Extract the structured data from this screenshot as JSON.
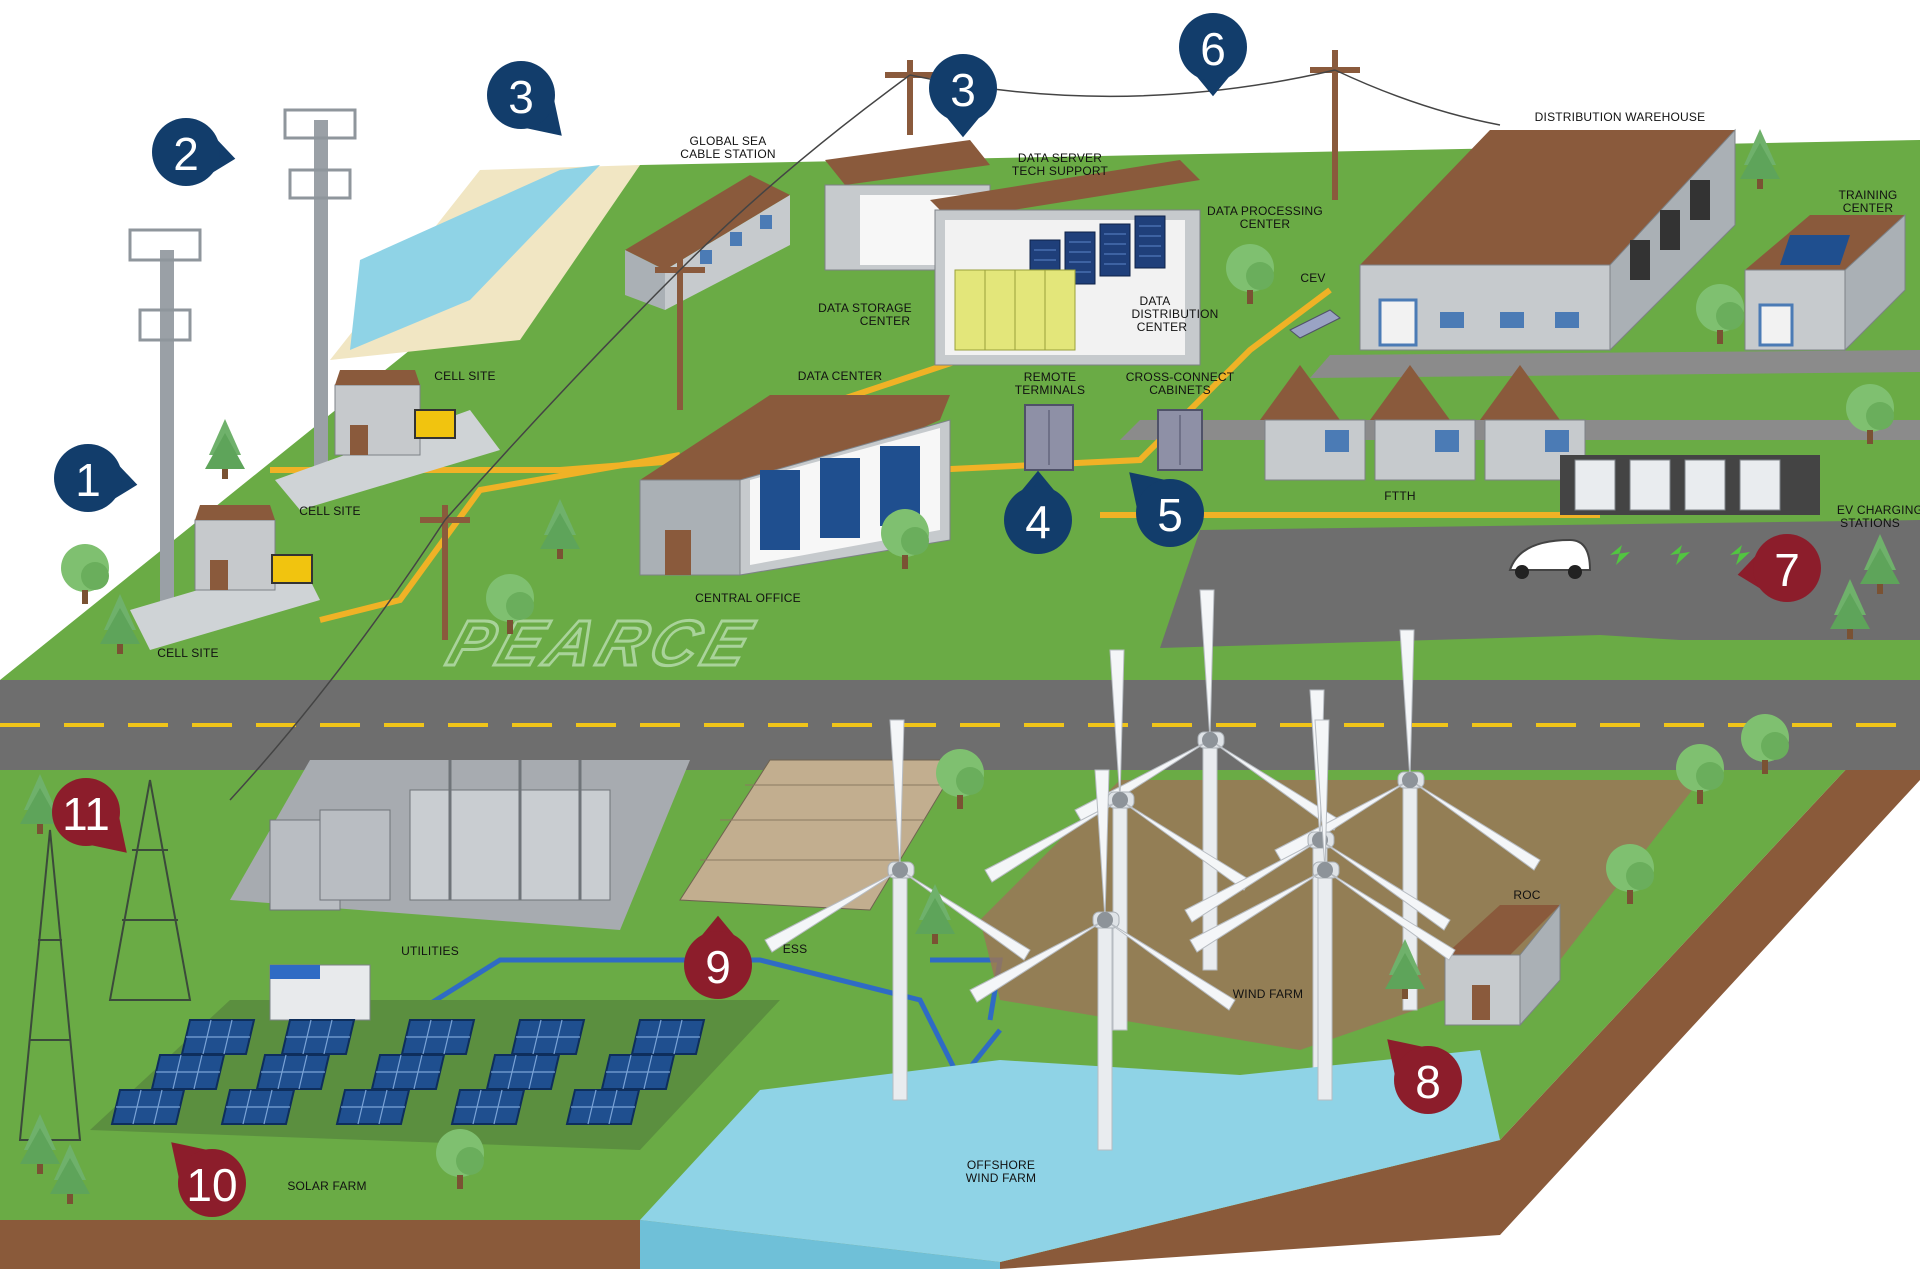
{
  "colors": {
    "blue_marker": "#123d6b",
    "red_marker": "#8c1d2b",
    "grass": "#6aab45",
    "road": "#6e6e6e",
    "water": "#8fd3e6",
    "roof": "#8a5a3c",
    "panel_blue": "#1f4f8f"
  },
  "labels": {
    "cell_site_1": "CELL SITE",
    "cell_site_2": "CELL SITE",
    "cell_site_3": "CELL SITE",
    "global_sea_1": "GLOBAL SEA",
    "global_sea_2": "CABLE STATION",
    "data_server_1": "DATA SERVER",
    "data_server_2": "TECH SUPPORT",
    "data_processing_1": "DATA PROCESSING",
    "data_processing_2": "CENTER",
    "data_storage_1": "DATA STORAGE",
    "data_storage_2": "CENTER",
    "data_distribution_1": "DATA",
    "data_distribution_2": "DISTRIBUTION",
    "data_distribution_3": "CENTER",
    "data_center": "DATA CENTER",
    "remote_terminals_1": "REMOTE",
    "remote_terminals_2": "TERMINALS",
    "cross_connect_1": "CROSS-CONNECT",
    "cross_connect_2": "CABINETS",
    "cev": "CEV",
    "distribution_warehouse": "DISTRIBUTION WAREHOUSE",
    "training_center_1": "TRAINING",
    "training_center_2": "CENTER",
    "ftth": "FTTH",
    "ev_charging_1": "EV CHARGING",
    "ev_charging_2": "STATIONS",
    "central_office": "CENTRAL OFFICE",
    "pearce": "PEARCE",
    "utilities": "UTILITIES",
    "ess": "ESS",
    "wind_farm": "WIND FARM",
    "roc": "ROC",
    "offshore_1": "OFFSHORE",
    "offshore_2": "WIND FARM",
    "solar_farm": "SOLAR FARM"
  },
  "markers": [
    {
      "number": "1",
      "color": "blue"
    },
    {
      "number": "2",
      "color": "blue"
    },
    {
      "number": "3",
      "color": "blue"
    },
    {
      "number": "3",
      "color": "blue"
    },
    {
      "number": "4",
      "color": "blue"
    },
    {
      "number": "5",
      "color": "blue"
    },
    {
      "number": "6",
      "color": "blue"
    },
    {
      "number": "7",
      "color": "red"
    },
    {
      "number": "8",
      "color": "red"
    },
    {
      "number": "9",
      "color": "red"
    },
    {
      "number": "10",
      "color": "red"
    },
    {
      "number": "11",
      "color": "red"
    }
  ]
}
